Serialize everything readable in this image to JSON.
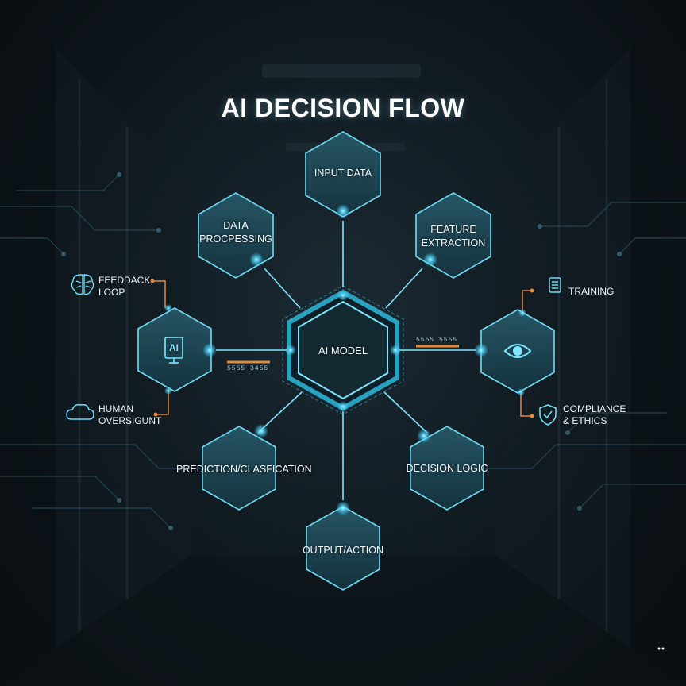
{
  "title": "AI DECISION FLOW",
  "colors": {
    "accent": "#4fd8ff",
    "node_fill": "#1d4856",
    "orange": "#e08a3a",
    "background": "#0b1116"
  },
  "nodes": {
    "center": "AI MODEL",
    "input": "INPUT DATA",
    "processing": [
      "DATA",
      "PROCPESSING"
    ],
    "feature": [
      "FEATURE",
      "EXTRACTION"
    ],
    "prediction": "PREDICTION/CLASFICATION",
    "decision": "DECISION LOGIC",
    "output": "OUTPUT/ACTION",
    "left_icon": "AI",
    "right_icon": "eye-icon"
  },
  "side_labels": {
    "feedback": [
      "FEEDDACK",
      "LOOP"
    ],
    "oversight": [
      "HUMAN",
      "OVERSIGUNT"
    ],
    "training": "TRAINING",
    "compliance": [
      "COMPLIANCE",
      "& ETHICS"
    ]
  },
  "connector_text": {
    "left": "5555 3455",
    "right": "5555 5555"
  }
}
